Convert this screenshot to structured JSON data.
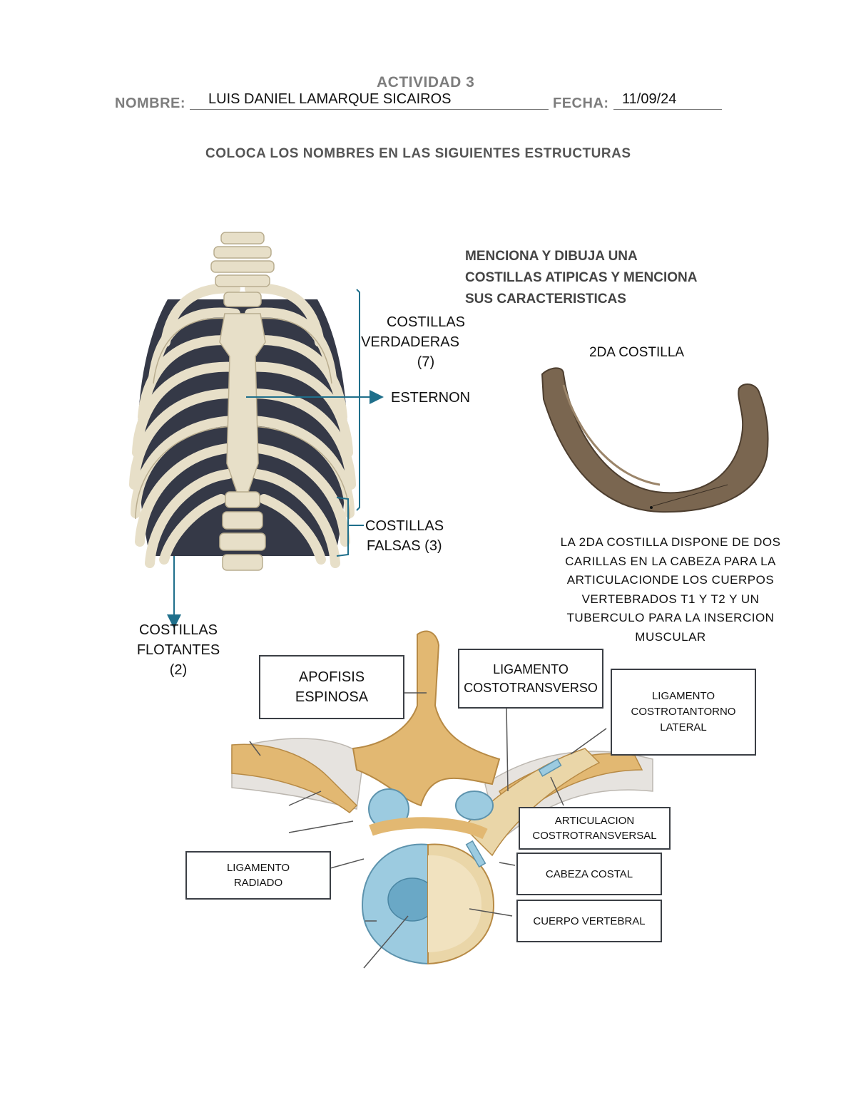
{
  "header": {
    "activity": "ACTIVIDAD 3",
    "name_label": "NOMBRE:",
    "name_value": "LUIS DANIEL LAMARQUE SICAIROS",
    "date_label": "FECHA:",
    "date_value": "11/09/24",
    "instruction": "COLOCA LOS NOMBRES EN LAS SIGUIENTES ESTRUCTURAS"
  },
  "ribcage": {
    "true_ribs": [
      "COSTILLAS",
      "VERDADERAS (7)"
    ],
    "sternum": "ESTERNON",
    "false_ribs": [
      "COSTILLAS",
      "FALSAS (3)"
    ],
    "floating_ribs": [
      "COSTILLAS",
      "FLOTANTES",
      "(2)"
    ]
  },
  "atypical": {
    "prompt": [
      "MENCIONA Y DIBUJA UNA",
      "COSTILLAS ATIPICAS Y MENCIONA",
      "SUS CARACTERISTICAS"
    ],
    "rib_title": "2DA COSTILLA",
    "description": [
      "LA 2DA COSTILLA DISPONE DE DOS",
      "CARILLAS EN LA CABEZA PARA LA",
      "ARTICULACIONDE LOS CUERPOS",
      "VERTEBRADOS T1 Y T2 Y UN",
      "TUBERCULO PARA LA INSERCION",
      "MUSCULAR"
    ]
  },
  "vertebra": {
    "spinous": [
      "APOFISIS",
      "ESPINOSA"
    ],
    "costotransverse_lig": [
      "LIGAMENTO",
      "COSTOTRANSVERSO"
    ],
    "lateral_lig": [
      "LIGAMENTO",
      "COSTROTANTORNO",
      "LATERAL"
    ],
    "costotransverse_joint": [
      "ARTICULACION",
      "COSTROTRANSVERSAL"
    ],
    "radiate_lig": [
      "LIGAMENTO",
      "RADIADO"
    ],
    "rib_head": "CABEZA COSTAL",
    "vertebral_body": "CUERPO VERTEBRAL"
  },
  "colors": {
    "bone": "#e7dfc8",
    "arrow": "#1f6f8b",
    "rib_dark": "#6f5b44",
    "vert_bone": "#e2b872",
    "disc": "#9ccbe0"
  }
}
